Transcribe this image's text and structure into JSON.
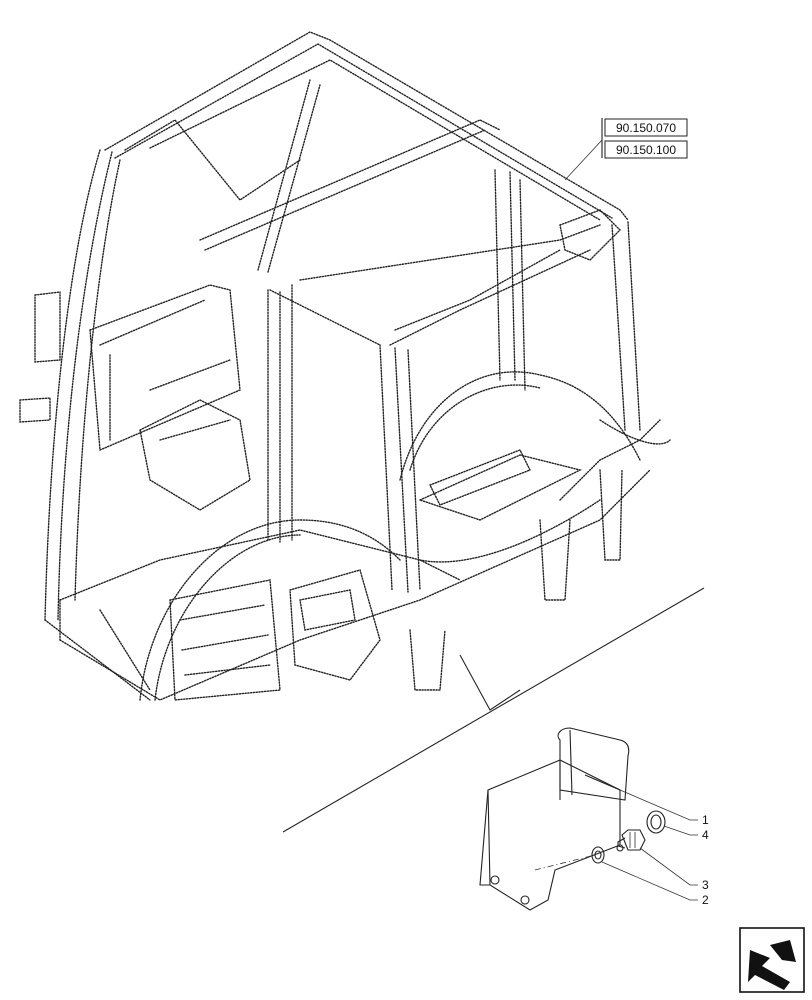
{
  "references": [
    "90.150.070",
    "90.150.100"
  ],
  "callouts": [
    "1",
    "4",
    "3",
    "2"
  ],
  "nav_icon": "navigation-arrow-icon"
}
